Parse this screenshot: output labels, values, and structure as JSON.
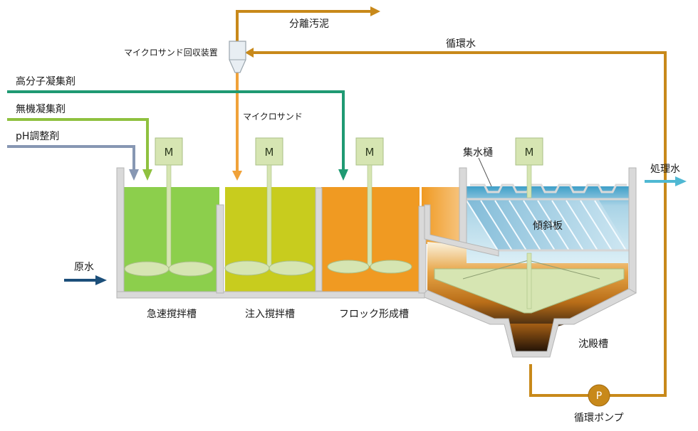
{
  "labels": {
    "separated_sludge": "分離汚泥",
    "microsand_recovery": "マイクロサンド回収装置",
    "circulating_water": "循環水",
    "polymer_coagulant": "高分子凝集剤",
    "inorganic_coagulant": "無機凝集剤",
    "ph_adjuster": "pH調整剤",
    "microsand": "マイクロサンド",
    "collector_trough": "集水樋",
    "treated_water": "処理水",
    "inclined_plate": "傾斜板",
    "raw_water": "原水",
    "rapid_mixing_tank": "急速撹拌槽",
    "injection_mixing_tank": "注入撹拌槽",
    "floc_tank": "フロック形成槽",
    "settling_tank": "沈殿槽",
    "circulation_pump": "循環ポンプ"
  },
  "motor_symbol": "M",
  "pump_symbol": "P",
  "colors": {
    "recycle_line": "#c8891a",
    "polymer_line": "#1f9a73",
    "inorganic_line": "#8fc13f",
    "ph_line": "#8797b3",
    "raw_water_line": "#1c4f7a",
    "treated_water_line": "#4fb8d3",
    "tank1_fill": "#8ccf4c",
    "tank2_fill": "#c8cc1e",
    "tank3_fill": "#f09a22",
    "motor_fill": "#d6e5b2",
    "wall": "#d9d9d9"
  }
}
